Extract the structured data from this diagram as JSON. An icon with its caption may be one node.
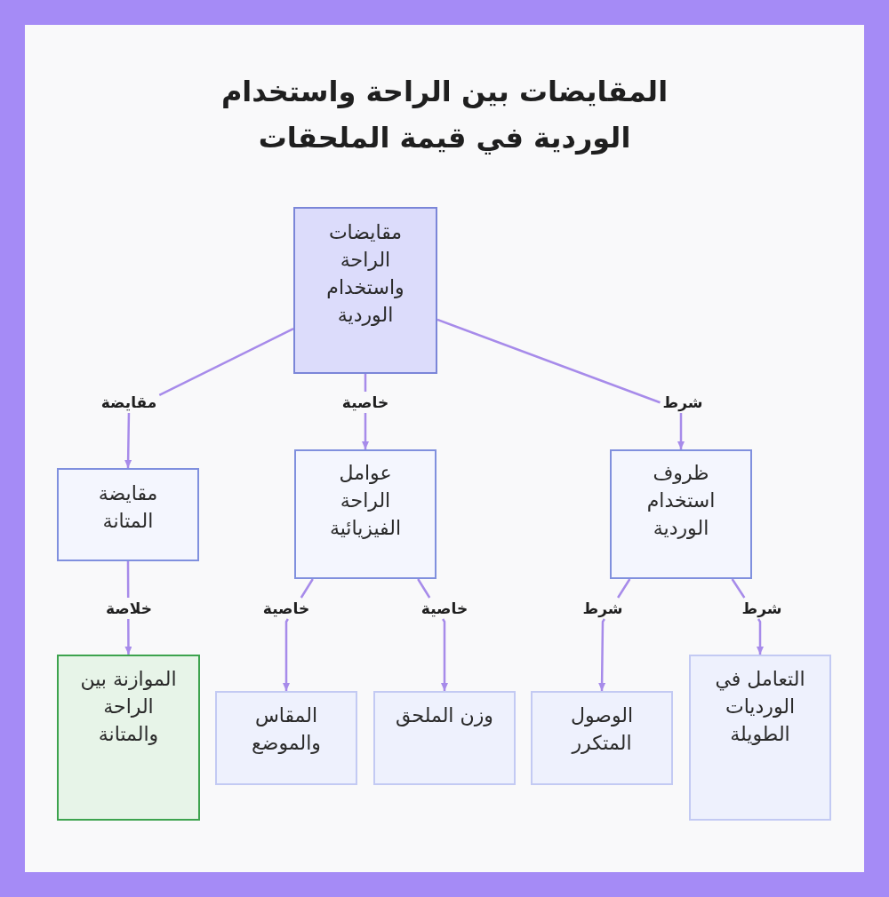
{
  "diagram": {
    "title": "المقايضات بين الراحة واستخدام الوردية في قيمة الملحقات",
    "nodes": [
      {
        "text": [
          "مقايضات الراحة واستخدام الوردية"
        ]
      },
      {
        "text": [
          "مقايضة المتانة"
        ]
      },
      {
        "text": [
          "عوامل الراحة الفيزيائية"
        ]
      },
      {
        "text": [
          "ظروف استخدام الوردية"
        ]
      },
      {
        "text": [
          "الموازنة بين الراحة والمتانة"
        ]
      },
      {
        "text": [
          "المقاس والموضع"
        ]
      },
      {
        "text": [
          "وزن الملحق"
        ]
      },
      {
        "text": [
          "الوصول المتكرر"
        ]
      },
      {
        "text": [
          "التعامل في الورديات الطويلة"
        ]
      }
    ],
    "edges": [
      {
        "from": 0,
        "to": 1,
        "arrow": "to",
        "label": "مقايضة"
      },
      {
        "from": 0,
        "to": 2,
        "arrow": "to",
        "label": "خاصية"
      },
      {
        "from": 0,
        "to": 3,
        "arrow": "to",
        "label": "شرط"
      },
      {
        "from": 1,
        "to": 4,
        "arrow": "to",
        "label": "خلاصة"
      },
      {
        "from": 2,
        "to": 5,
        "arrow": "to",
        "label": "خاصية"
      },
      {
        "from": 2,
        "to": 6,
        "arrow": "to",
        "label": "خاصية"
      },
      {
        "from": 3,
        "to": 7,
        "arrow": "to",
        "label": "شرط"
      },
      {
        "from": 3,
        "to": 8,
        "arrow": "to",
        "label": "شرط"
      }
    ]
  }
}
